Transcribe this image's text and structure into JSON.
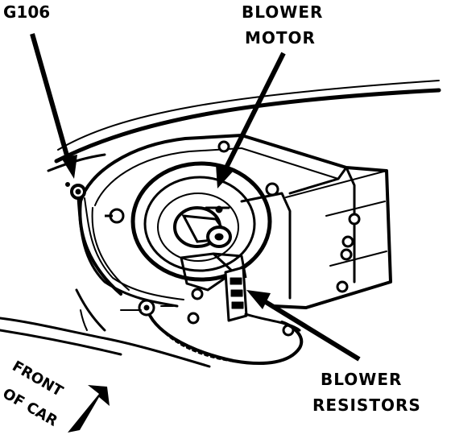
{
  "labels": {
    "ground": "G106",
    "blower_motor_line1": "BLOWER",
    "blower_motor_line2": "MOTOR",
    "blower_resistors_line1": "BLOWER",
    "blower_resistors_line2": "RESISTORS",
    "front_line1": "FRONT",
    "front_line2": "OF CAR"
  },
  "colors": {
    "ink": "#000000",
    "paper": "#ffffff"
  }
}
